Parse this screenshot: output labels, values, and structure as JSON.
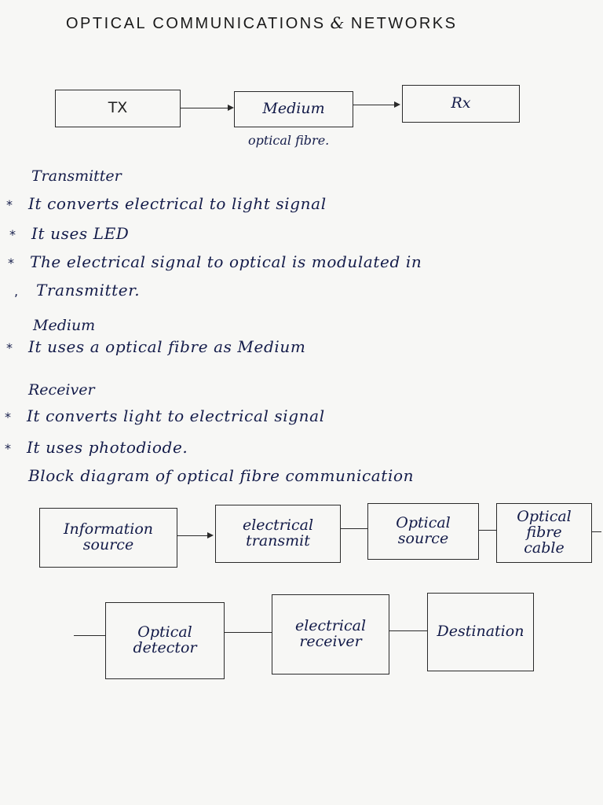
{
  "title": {
    "left": "OPTICAL  COMMUNICATIONS",
    "amp": "&",
    "right": "NETWORKS"
  },
  "diagram1": {
    "tx": "TX",
    "medium": "Medium",
    "rx": "Rx",
    "caption": "optical fibre."
  },
  "sections": {
    "transmitter": {
      "heading": "Transmitter",
      "lines": [
        "It converts  electrical  to  light  signal",
        "It uses   LED",
        "The  electrical  signal  to  optical  is  modulated  in",
        "Transmitter."
      ],
      "bullets": [
        "*",
        "*",
        "*",
        ","
      ]
    },
    "medium": {
      "heading": "Medium",
      "lines": [
        "It  uses  a  optical  fibre  as  Medium"
      ],
      "bullets": [
        "*"
      ]
    },
    "receiver": {
      "heading": "Receiver",
      "lines": [
        "It  converts   light  to  electrical  signal",
        "It  uses  photodiode."
      ],
      "bullets": [
        "*",
        "*"
      ]
    }
  },
  "block_heading": "Block  diagram  of  optical  fibre   communication",
  "diagram2": {
    "row1": [
      "Information source",
      "electrical transmit",
      "Optical source",
      "Optical fibre cable"
    ],
    "row2": [
      "Optical detector",
      "electrical receiver",
      "Destination"
    ]
  }
}
